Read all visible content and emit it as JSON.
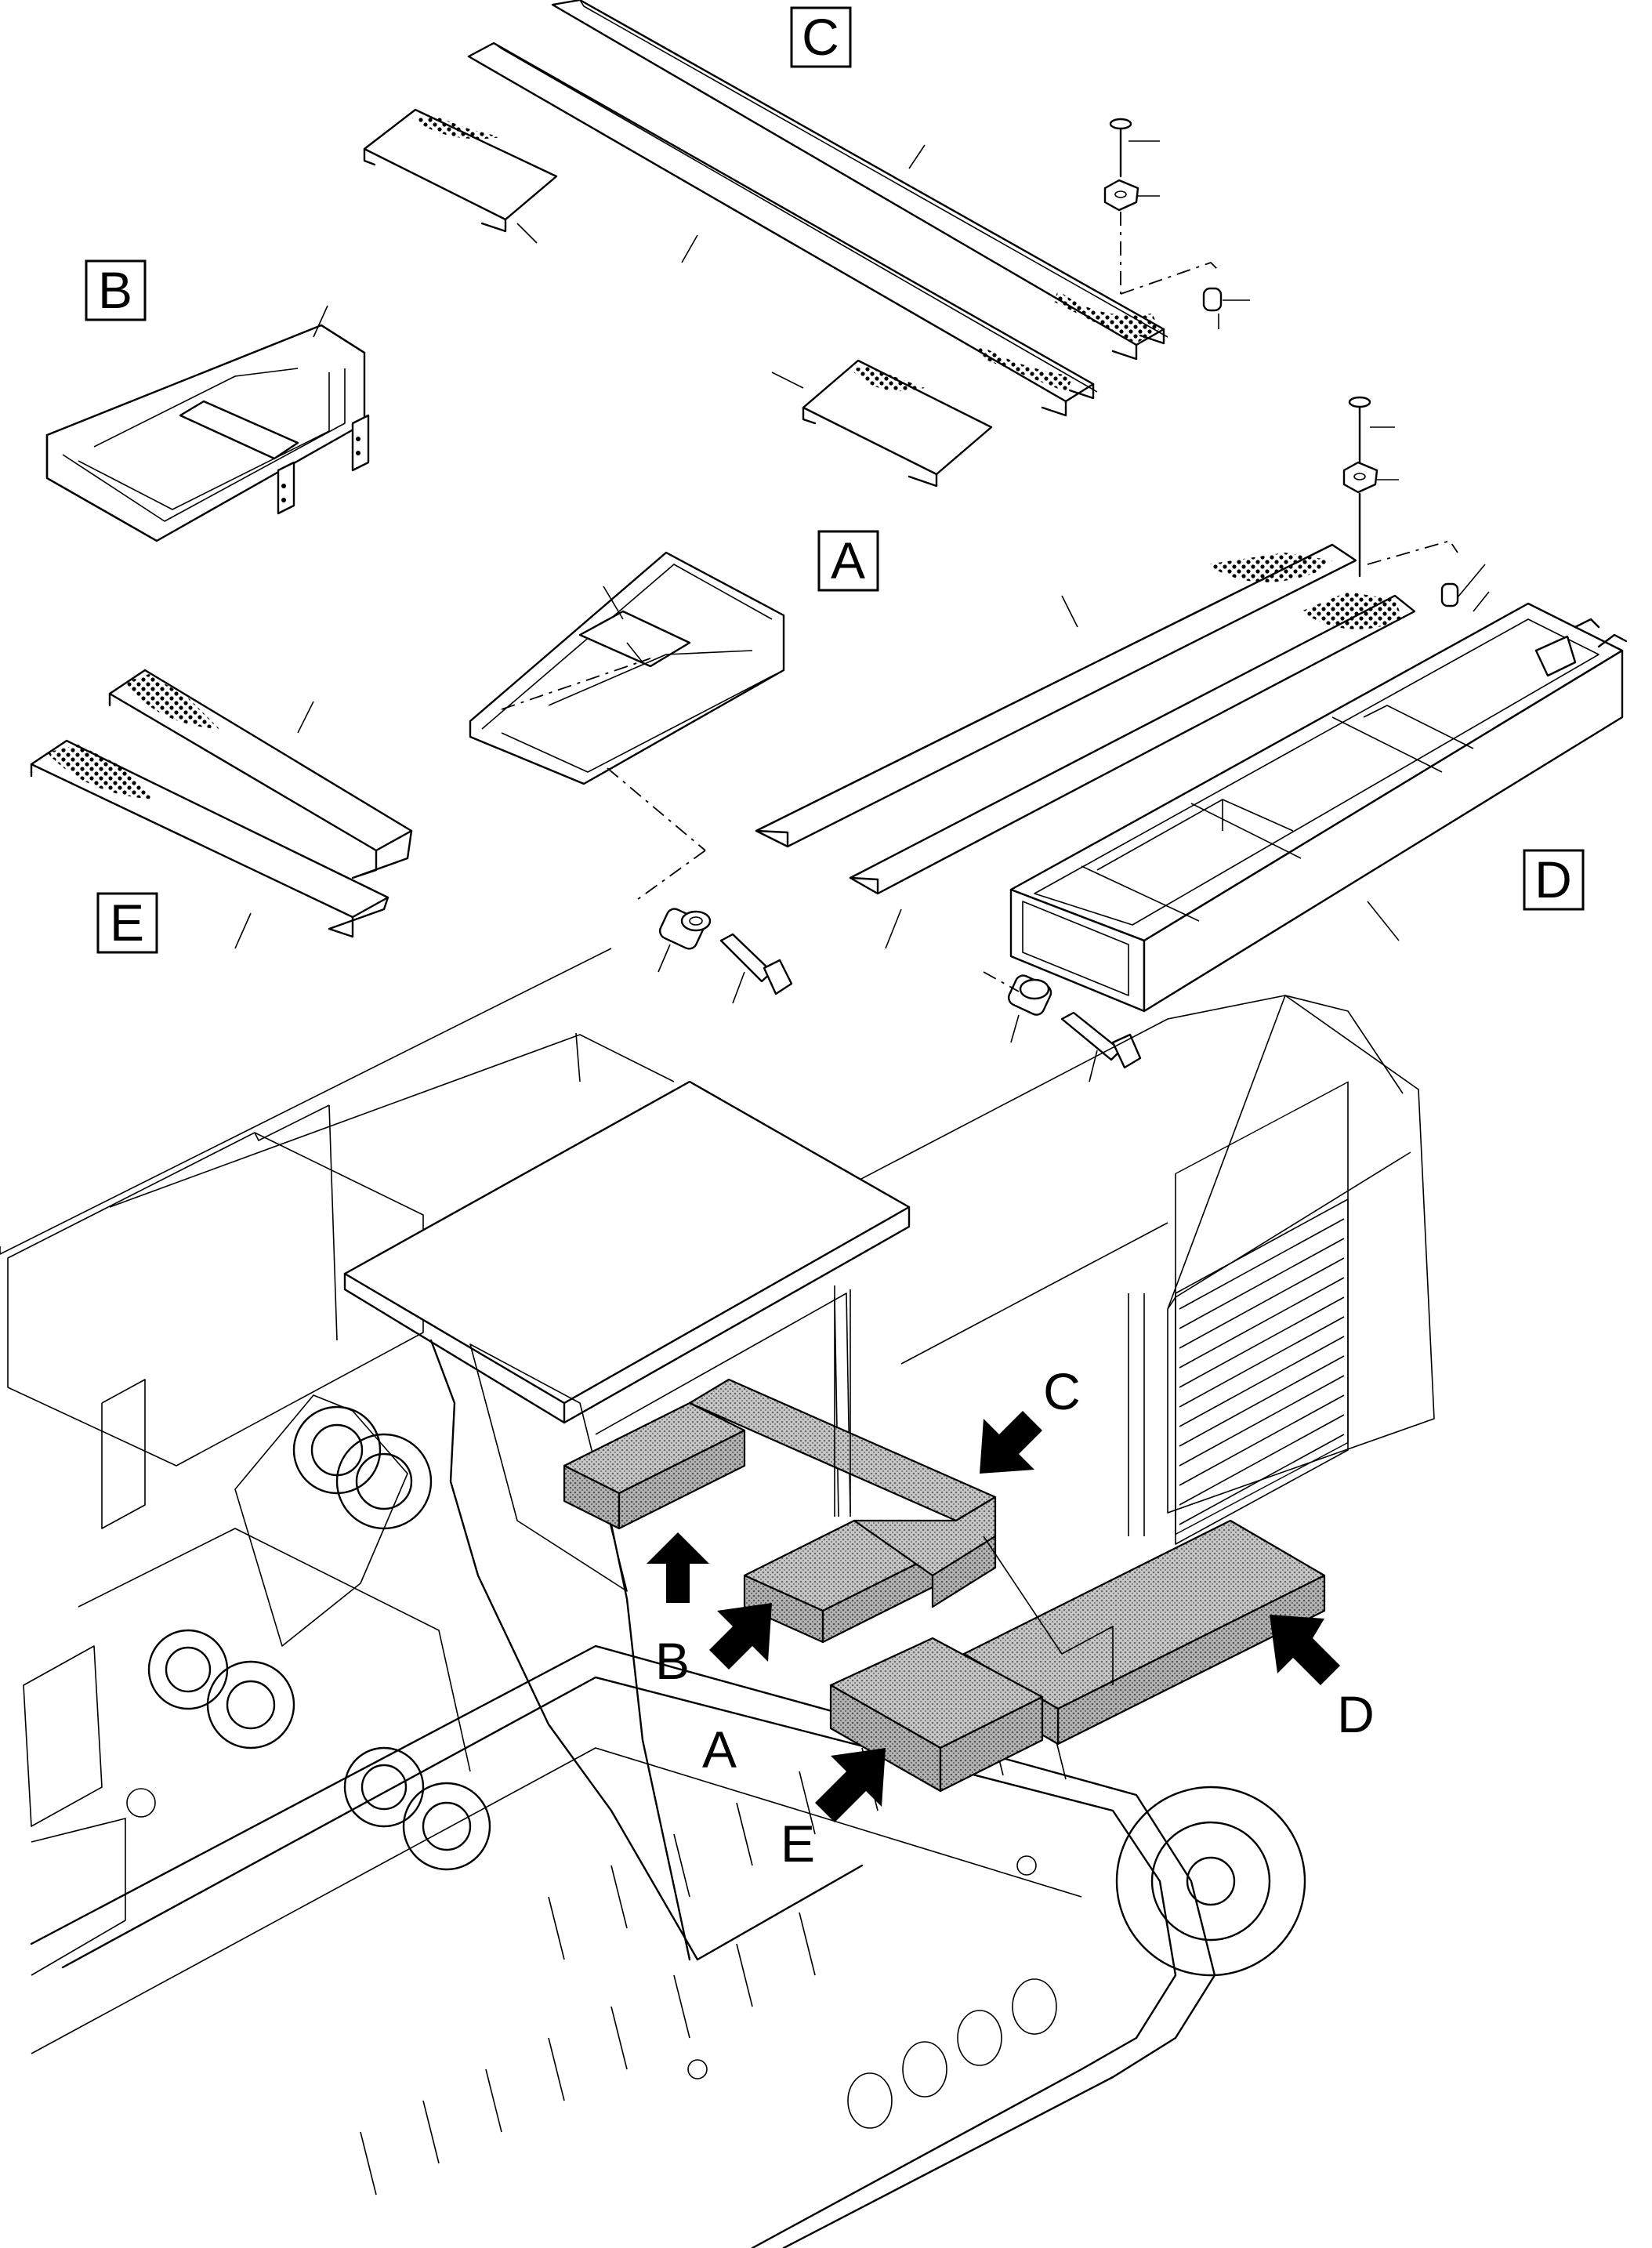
{
  "diagram": {
    "part_labels": {
      "a": "A",
      "b": "B",
      "c": "C",
      "d": "D",
      "e": "E"
    },
    "arrow_labels": {
      "a": "A",
      "b": "B",
      "c": "C",
      "d": "D",
      "e": "E"
    },
    "colors": {
      "line": "#000000",
      "background": "#ffffff",
      "shading": "#9a9a9a"
    }
  }
}
